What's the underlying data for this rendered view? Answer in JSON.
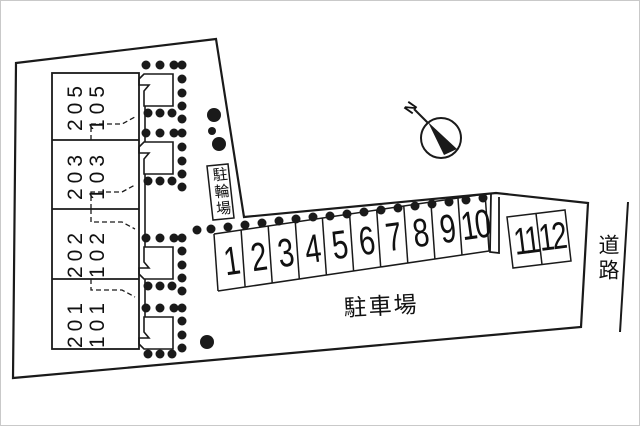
{
  "building": {
    "units": [
      {
        "upper": "205",
        "lower": "105"
      },
      {
        "upper": "203",
        "lower": "103"
      },
      {
        "upper": "202",
        "lower": "102"
      },
      {
        "upper": "201",
        "lower": "101"
      }
    ]
  },
  "bicycle_parking": {
    "label": "駐輪場"
  },
  "parking_lot": {
    "label": "駐車場",
    "row_spaces": [
      "1",
      "2",
      "3",
      "4",
      "5",
      "6",
      "7",
      "8",
      "9",
      "10"
    ],
    "side_spaces": [
      "11",
      "12"
    ]
  },
  "road": {
    "label": "道路"
  },
  "compass": {
    "north": "N"
  },
  "colors": {
    "line": "#1a1a1a",
    "background": "#ffffff"
  }
}
